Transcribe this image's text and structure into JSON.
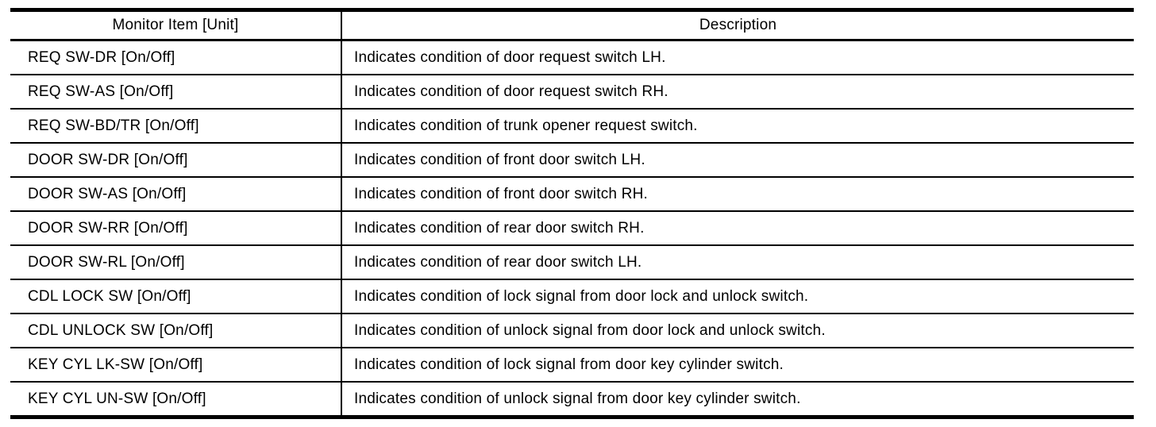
{
  "colors": {
    "background": "#ffffff",
    "text": "#000000",
    "border": "#000000"
  },
  "table": {
    "columns": [
      "Monitor Item [Unit]",
      "Description"
    ],
    "rows": [
      {
        "item": "REQ SW-DR [On/Off]",
        "description": "Indicates condition of door request switch LH."
      },
      {
        "item": "REQ SW-AS [On/Off]",
        "description": "Indicates condition of door request switch RH."
      },
      {
        "item": "REQ SW-BD/TR [On/Off]",
        "description": "Indicates condition of trunk opener request switch."
      },
      {
        "item": "DOOR SW-DR [On/Off]",
        "description": "Indicates condition of front door switch LH."
      },
      {
        "item": "DOOR SW-AS [On/Off]",
        "description": "Indicates condition of front door switch RH."
      },
      {
        "item": "DOOR SW-RR [On/Off]",
        "description": "Indicates condition of rear door switch RH."
      },
      {
        "item": "DOOR SW-RL [On/Off]",
        "description": "Indicates condition of rear door switch LH."
      },
      {
        "item": "CDL LOCK SW [On/Off]",
        "description": "Indicates condition of lock signal from door lock and unlock switch."
      },
      {
        "item": "CDL UNLOCK SW [On/Off]",
        "description": "Indicates condition of unlock signal from door lock and unlock switch."
      },
      {
        "item": "KEY CYL LK-SW [On/Off]",
        "description": "Indicates condition of lock signal from door key cylinder switch."
      },
      {
        "item": "KEY CYL UN-SW [On/Off]",
        "description": "Indicates condition of unlock signal from door key cylinder switch."
      }
    ]
  }
}
